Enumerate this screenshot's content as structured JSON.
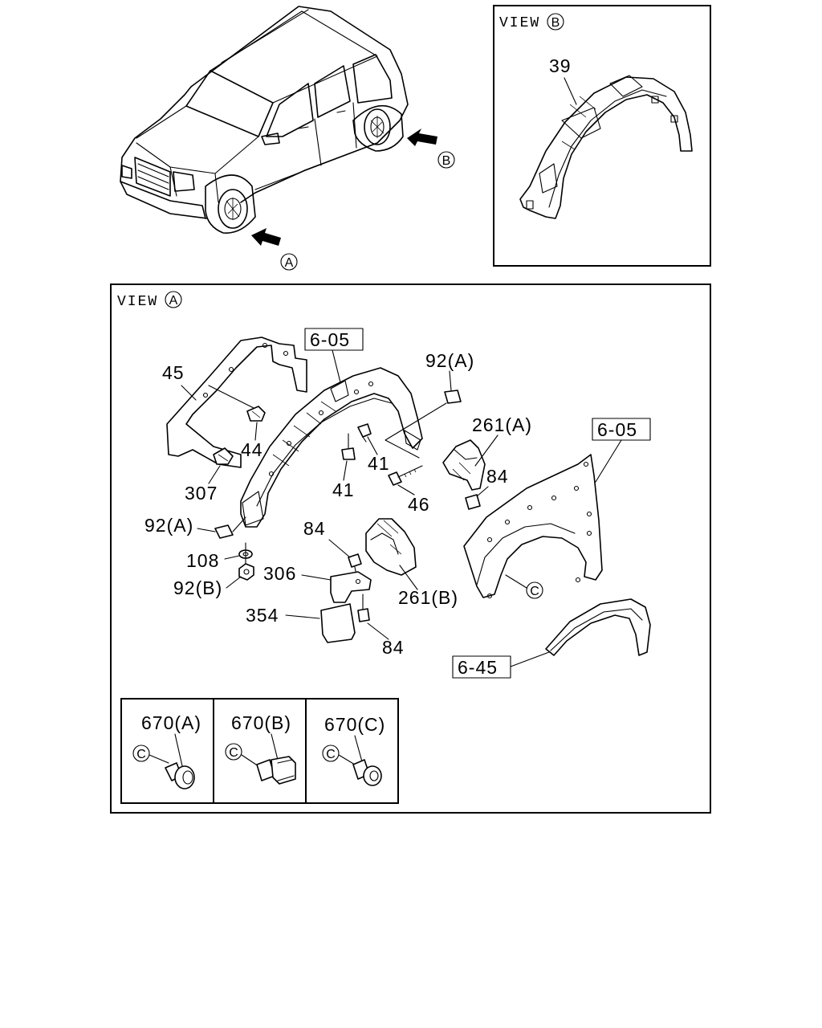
{
  "views": {
    "view_b_title": "VIEW",
    "view_b_mark": "B",
    "view_a_title": "VIEW",
    "view_a_mark": "A"
  },
  "arrows": {
    "a": "A",
    "b": "B"
  },
  "labels": {
    "p39": "39",
    "p45": "45",
    "p605a": "6-05",
    "p92a_top": "92(A)",
    "p261a": "261(A)",
    "p605b": "6-05",
    "p44": "44",
    "p41a": "41",
    "p41b": "41",
    "p46": "46",
    "p84a": "84",
    "p307": "307",
    "p92a_left": "92(A)",
    "p84b": "84",
    "p108": "108",
    "p306": "306",
    "p92b": "92(B)",
    "p261b": "261(B)",
    "p354": "354",
    "p84c": "84",
    "p645": "6-45",
    "c_mark": "C"
  },
  "clips": [
    {
      "label": "670(A)",
      "mark": "C"
    },
    {
      "label": "670(B)",
      "mark": "C"
    },
    {
      "label": "670(C)",
      "mark": "C"
    }
  ]
}
